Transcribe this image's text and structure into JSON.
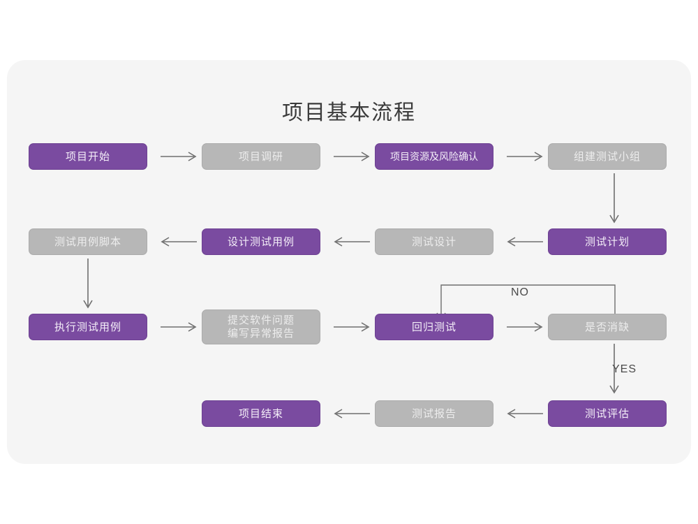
{
  "chart_data": {
    "type": "diagram",
    "title": "项目基本流程",
    "diagram_kind": "flowchart",
    "colors": {
      "page_background": "#ffffff",
      "card_background": "#f5f5f5",
      "accent_purple": "#7a4ba0",
      "neutral_gray": "#b7b7b7",
      "arrow": "#6e6e6e",
      "title_text": "#3b3b3b"
    },
    "rows": [
      {
        "direction": "left-to-right",
        "nodes": [
          {
            "id": "n1",
            "label": "项目开始",
            "style": "purple"
          },
          {
            "id": "n2",
            "label": "项目调研",
            "style": "gray"
          },
          {
            "id": "n3",
            "label": "项目资源及风险确认",
            "style": "purple"
          },
          {
            "id": "n4",
            "label": "组建测试小组",
            "style": "gray"
          }
        ]
      },
      {
        "direction": "right-to-left",
        "nodes": [
          {
            "id": "n8",
            "label": "测试用例脚本",
            "style": "gray"
          },
          {
            "id": "n7",
            "label": "设计测试用例",
            "style": "purple"
          },
          {
            "id": "n6",
            "label": "测试设计",
            "style": "gray"
          },
          {
            "id": "n5",
            "label": "测试计划",
            "style": "purple"
          }
        ]
      },
      {
        "direction": "left-to-right",
        "nodes": [
          {
            "id": "n9",
            "label": "执行测试用例",
            "style": "purple"
          },
          {
            "id": "n10",
            "label": "提交软件问题\n编写异常报告",
            "style": "gray"
          },
          {
            "id": "n11",
            "label": "回归测试",
            "style": "purple"
          },
          {
            "id": "n12",
            "label": "是否消缺",
            "style": "gray"
          }
        ]
      },
      {
        "direction": "right-to-left",
        "nodes": [
          {
            "id": "n15",
            "label": "项目结束",
            "style": "purple"
          },
          {
            "id": "n14",
            "label": "测试报告",
            "style": "gray"
          },
          {
            "id": "n13",
            "label": "测试评估",
            "style": "purple"
          }
        ]
      }
    ],
    "edge_labels": {
      "no": "NO",
      "yes": "YES"
    },
    "edges": [
      {
        "from": "项目开始",
        "to": "项目调研",
        "label": ""
      },
      {
        "from": "项目调研",
        "to": "项目资源及风险确认",
        "label": ""
      },
      {
        "from": "项目资源及风险确认",
        "to": "组建测试小组",
        "label": ""
      },
      {
        "from": "组建测试小组",
        "to": "测试计划",
        "label": ""
      },
      {
        "from": "测试计划",
        "to": "测试设计",
        "label": ""
      },
      {
        "from": "测试设计",
        "to": "设计测试用例",
        "label": ""
      },
      {
        "from": "设计测试用例",
        "to": "测试用例脚本",
        "label": ""
      },
      {
        "from": "测试用例脚本",
        "to": "执行测试用例",
        "label": ""
      },
      {
        "from": "执行测试用例",
        "to": "提交软件问题编写异常报告",
        "label": ""
      },
      {
        "from": "提交软件问题编写异常报告",
        "to": "回归测试",
        "label": ""
      },
      {
        "from": "回归测试",
        "to": "是否消缺",
        "label": ""
      },
      {
        "from": "是否消缺",
        "to": "回归测试",
        "label": "NO"
      },
      {
        "from": "是否消缺",
        "to": "测试评估",
        "label": "YES"
      },
      {
        "from": "测试评估",
        "to": "测试报告",
        "label": ""
      },
      {
        "from": "测试报告",
        "to": "项目结束",
        "label": ""
      }
    ]
  }
}
